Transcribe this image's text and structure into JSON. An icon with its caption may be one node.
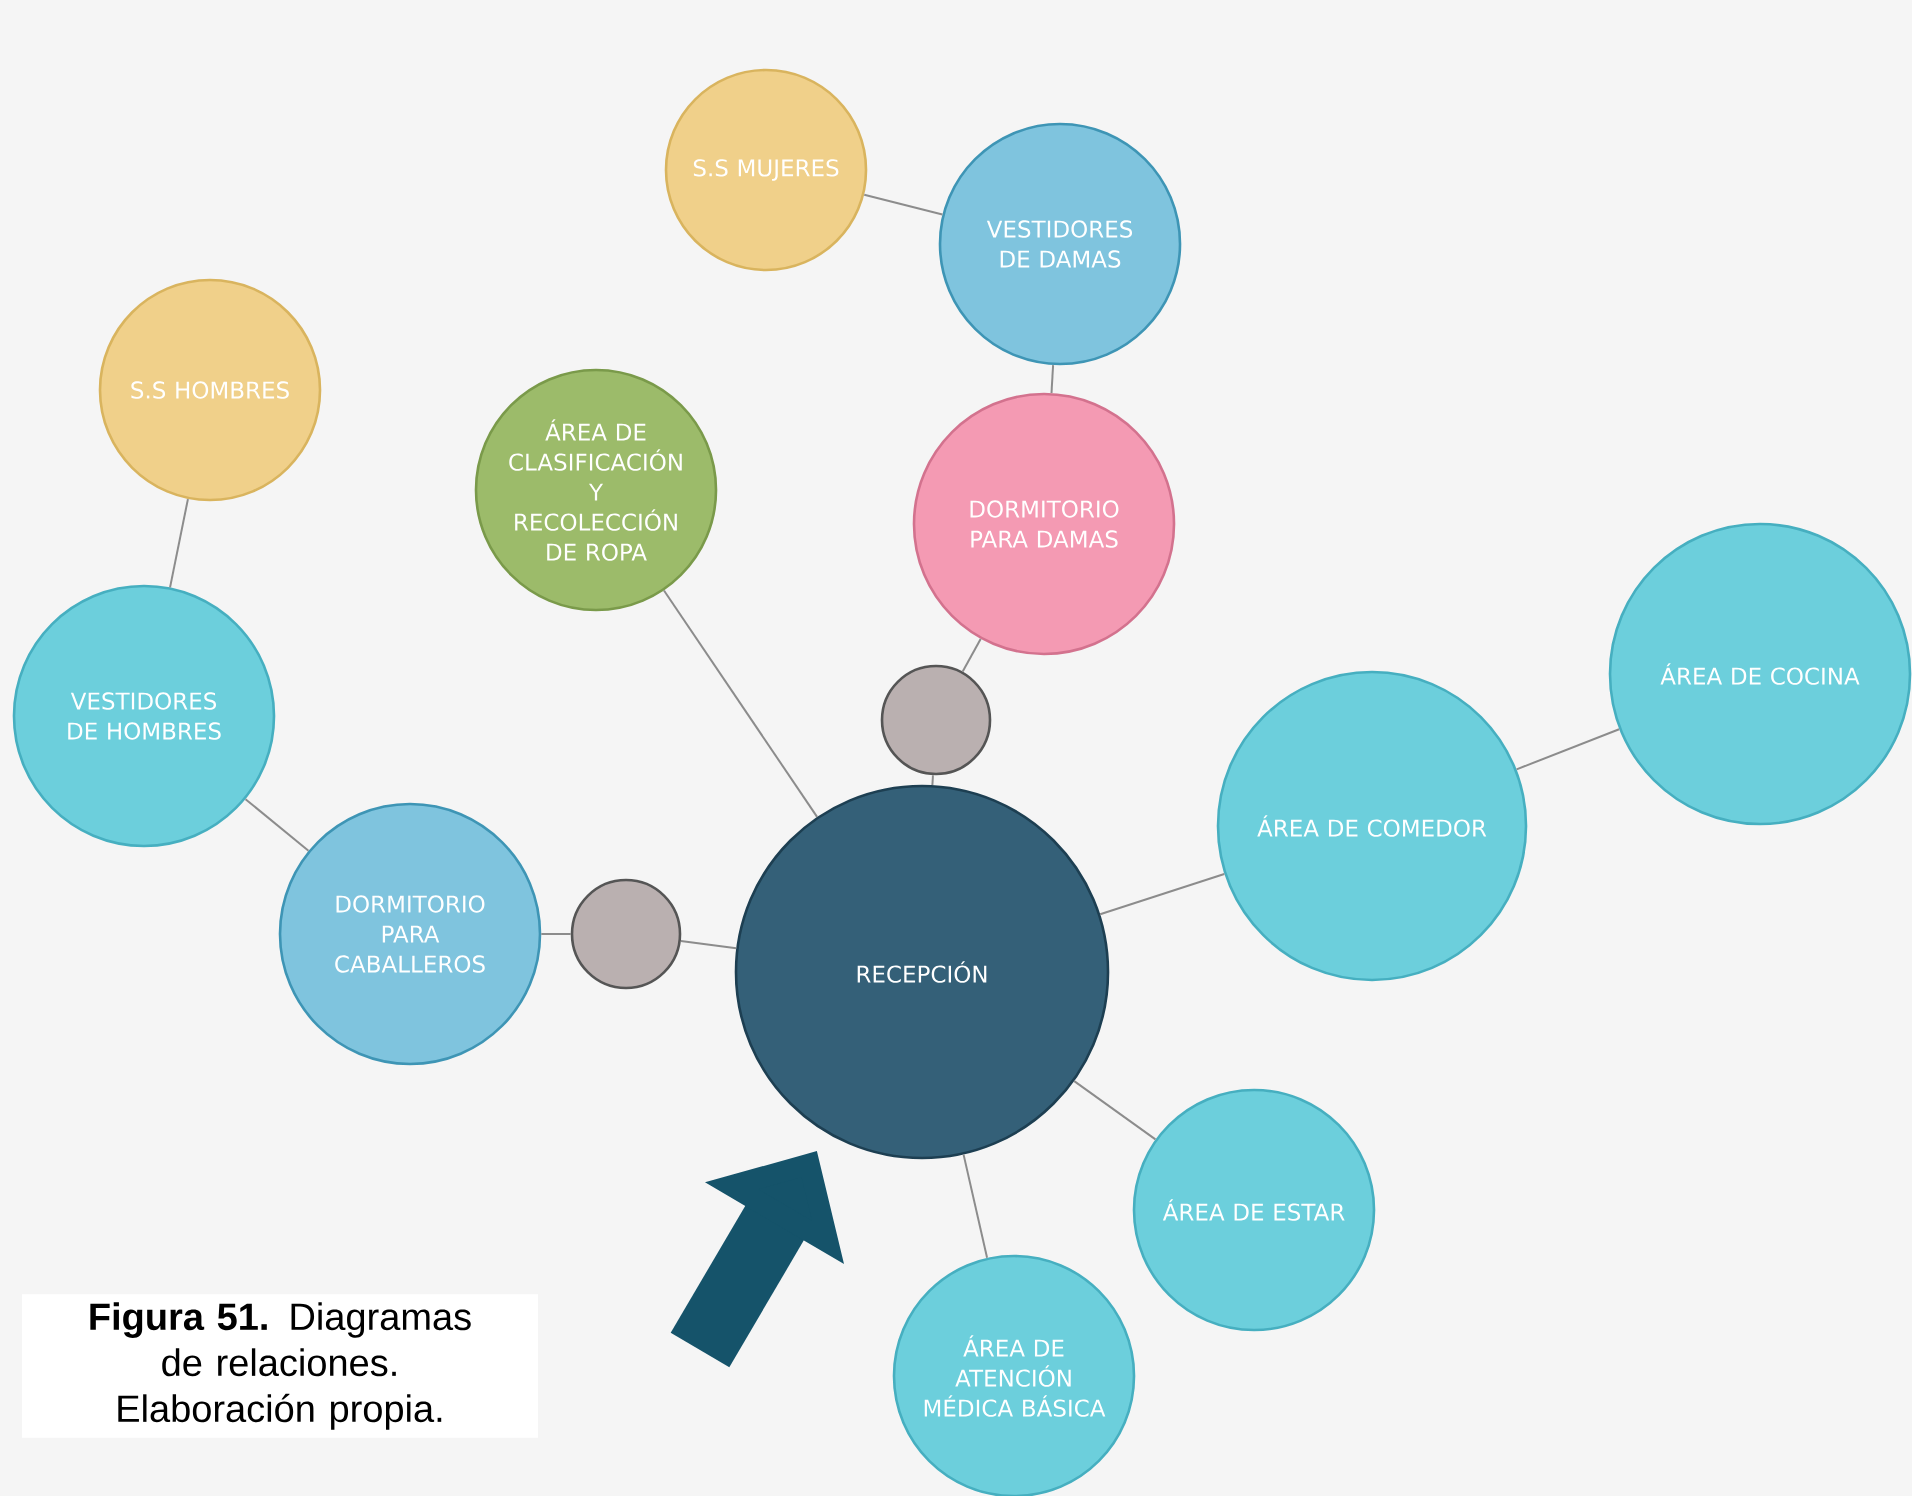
{
  "diagram": {
    "caption": "**Figura 51.** Diagramas de relaciones. Elaboración propia.",
    "nodes": [
      {
        "text": [
          "S.S MUJERES"
        ]
      },
      {
        "text": [
          "VESTIDORES DE DAMAS"
        ]
      },
      {
        "text": [
          "S.S HOMBRES"
        ]
      },
      {
        "text": [
          "ÁREA DE CLASIFICACIÓN Y RECOLECCIÓN DE ROPA"
        ]
      },
      {
        "text": [
          "DORMITORIO PARA DAMAS"
        ]
      },
      {
        "text": [
          "ÁREA DE COCINA"
        ]
      },
      {
        "text": [
          "VESTIDORES DE HOMBRES"
        ]
      },
      {
        "text": [],
        "shape": "circle"
      },
      {
        "text": [
          "ÁREA DE COMEDOR"
        ]
      },
      {
        "text": [
          "DORMITORIO PARA CABALLEROS"
        ]
      },
      {
        "text": [],
        "shape": "circle"
      },
      {
        "text": [
          "RECEPCIÓN"
        ]
      },
      {
        "text": [
          "ÁREA DE ESTAR"
        ]
      },
      {
        "text": [
          "ÁREA DE ATENCIÓN MÉDICA BÁSICA"
        ]
      }
    ],
    "edges": [
      {
        "from": 0,
        "to": 1,
        "arrow": "none"
      },
      {
        "from": 2,
        "to": 6,
        "arrow": "none"
      },
      {
        "from": 1,
        "to": 4,
        "arrow": "none"
      },
      {
        "from": 4,
        "to": 7,
        "arrow": "none"
      },
      {
        "from": 7,
        "to": 11,
        "arrow": "none"
      },
      {
        "from": 3,
        "to": 11,
        "arrow": "none"
      },
      {
        "from": 6,
        "to": 9,
        "arrow": "none"
      },
      {
        "from": 9,
        "to": 10,
        "arrow": "none"
      },
      {
        "from": 10,
        "to": 11,
        "arrow": "none"
      },
      {
        "from": 11,
        "to": 8,
        "arrow": "none"
      },
      {
        "from": 8,
        "to": 5,
        "arrow": "none"
      },
      {
        "from": 11,
        "to": 12,
        "arrow": "none"
      },
      {
        "from": 11,
        "to": 13,
        "arrow": "none"
      },
      {
        "from": null,
        "to": 11,
        "arrow": "to",
        "style": "thick",
        "color": "#15536a"
      }
    ]
  }
}
